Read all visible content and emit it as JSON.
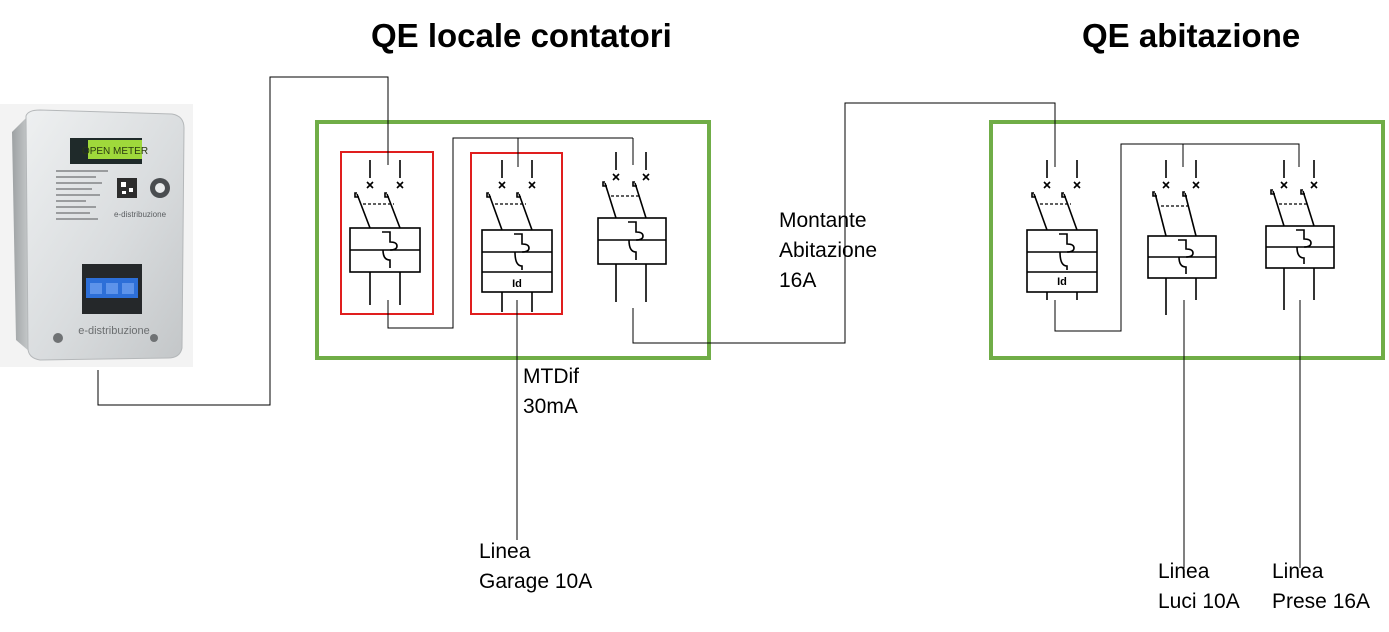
{
  "titles": {
    "left_panel": "QE locale contatori",
    "right_panel": "QE abitazione"
  },
  "meter": {
    "display_text": "OPEN METER",
    "brand_label": "e-distribuzione",
    "front_brand_label": "e-distribuzione"
  },
  "labels": {
    "riser": {
      "line1": "Montante",
      "line2": "Abitazione",
      "line3": "16A"
    },
    "rcd": {
      "line1": "MTDif",
      "line2": "30mA"
    },
    "garage": {
      "line1": "Linea",
      "line2": "Garage 10A"
    },
    "lights": {
      "line1": "Linea",
      "line2": "Luci 10A"
    },
    "sockets": {
      "line1": "Linea",
      "line2": "Prese 16A"
    }
  },
  "breakers": {
    "residual_tag": "Id"
  },
  "colors": {
    "panel_border": "#70ad47",
    "highlight_border": "#e01e1e",
    "wire": "#000000"
  }
}
